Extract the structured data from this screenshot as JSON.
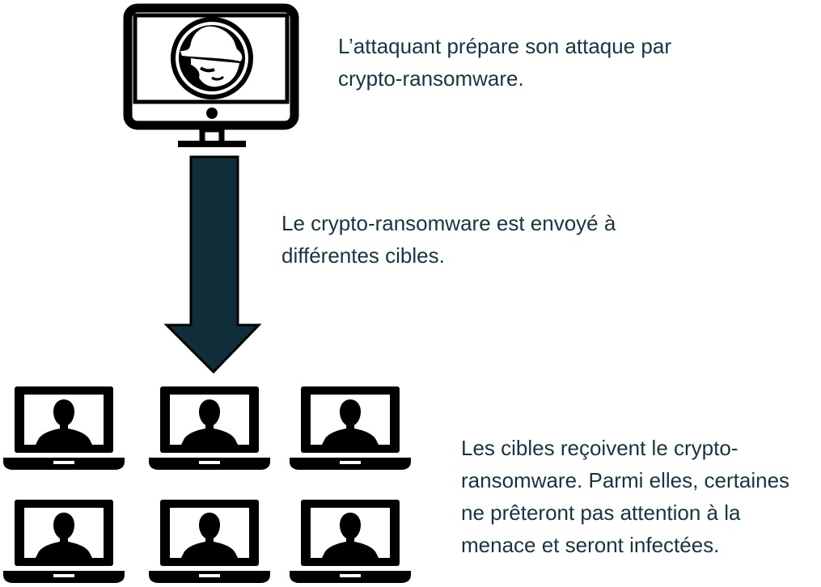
{
  "captions": {
    "attacker": "L’attaquant prépare son attaque par\ncrypto-ransomware.",
    "sending": "Le crypto-ransomware est envoyé à\ndifférentes cibles.",
    "targets": "Les cibles reçoivent le crypto-\nransomware. Parmi elles, certaines\nne prêteront pas attention à la\nmenace et seront infectées."
  },
  "colors": {
    "text": "#153640",
    "arrow": "#0f2e3a",
    "outline": "#000000",
    "background": "#ffffff"
  },
  "icons": {
    "attacker": "monitor-with-hat-face-icon",
    "arrow": "arrow-down-icon",
    "target": "laptop-with-person-icon"
  },
  "targets_count": 6
}
